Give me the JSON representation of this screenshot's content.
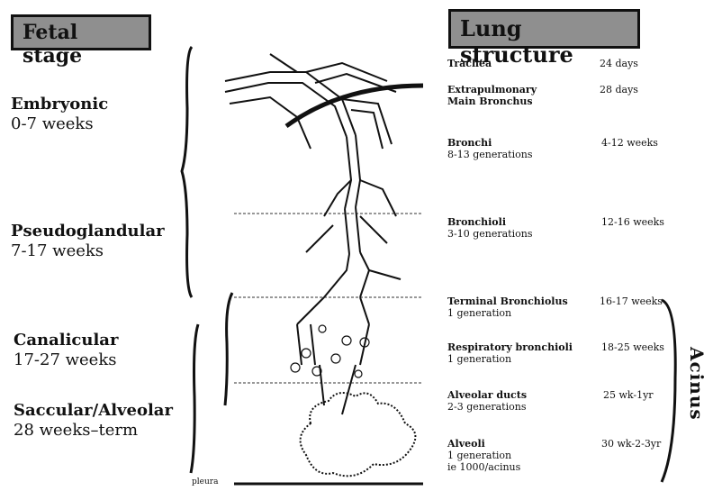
{
  "fetal_header": "Fetal stage",
  "lung_header": "Lung structure",
  "stages": [
    {
      "name": "Embryonic",
      "range": "0-7 weeks"
    },
    {
      "name": "Pseudoglandular",
      "range": "7-17 weeks"
    },
    {
      "name": "Canalicular",
      "range": "17-27 weeks"
    },
    {
      "name": "Saccular/Alveolar",
      "range": "28 weeks–term"
    }
  ],
  "structures": [
    {
      "name": "Trachea",
      "sub": "",
      "time": "24 days"
    },
    {
      "name": "Extrapulmonary",
      "sub": "Main Bronchus",
      "time": "28 days"
    },
    {
      "name": "Bronchi",
      "sub": "8-13 generations",
      "time": "4-12 weeks"
    },
    {
      "name": "Bronchioli",
      "sub": "3-10 generations",
      "time": "12-16 weeks"
    },
    {
      "name": "Terminal Bronchiolus",
      "sub": "1 generation",
      "time": "16-17 weeks"
    },
    {
      "name": "Respiratory bronchioli",
      "sub": "1 generation",
      "time": "18-25 weeks"
    },
    {
      "name": "Alveolar ducts",
      "sub": "2-3 generations",
      "time": "25 wk-1yr"
    },
    {
      "name": "Alveoli",
      "sub": "1 generation",
      "sub2": "ie 1000/acinus",
      "time": "30  wk-2-3yr"
    }
  ],
  "acinus_label": "Acinus",
  "pleura_label": "pleura"
}
